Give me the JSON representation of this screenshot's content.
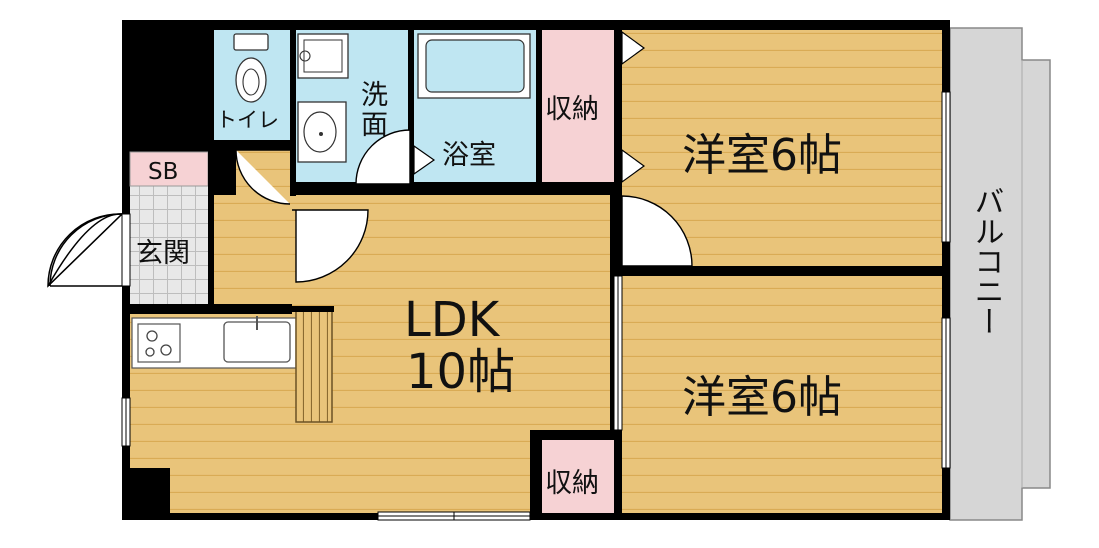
{
  "colors": {
    "floor": "#e9c47a",
    "floor_line": "#d9ab55",
    "wall": "#000000",
    "wet_area": "#bfe6f2",
    "storage": "#f6d2d4",
    "entrance_tile": "#e8e8e8",
    "balcony": "#d6d6d6"
  },
  "rooms": {
    "toilet": "トイレ",
    "washroom_1": "洗",
    "washroom_2": "面",
    "bathroom": "浴室",
    "storage_top": "収納",
    "western_room_top": "洋室6帖",
    "balcony": "バルコニー",
    "shoe_box": "SB",
    "entrance": "玄関",
    "ldk_1": "LDK",
    "ldk_2": "10帖",
    "western_room_bottom": "洋室6帖",
    "storage_bottom": "収納"
  },
  "icons": [
    "toilet-icon",
    "washing-machine-icon",
    "washbasin-icon",
    "bathtub-icon",
    "stove-icon",
    "kitchen-sink-icon"
  ]
}
